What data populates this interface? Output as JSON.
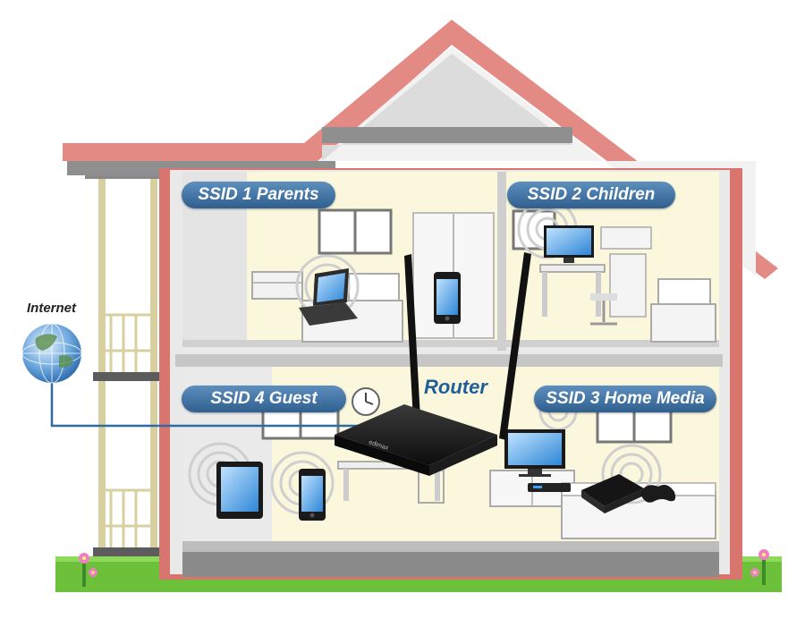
{
  "labels": {
    "internet": "Internet",
    "router": "Router"
  },
  "ssids": [
    {
      "label": "SSID 1 Parents"
    },
    {
      "label": "SSID 2 Children"
    },
    {
      "label": "SSID 4 Guest"
    },
    {
      "label": "SSID 3 Home Media"
    }
  ],
  "device_brand": "edimax",
  "colors": {
    "roof": "#e38a84",
    "walls": "#d9756f",
    "interior": "#faf7dc",
    "pill": "#3a6b9c",
    "cable": "#2e6da3",
    "grass": "#6cc03a",
    "router_label": "#1f5f99"
  },
  "icons": [
    "globe-icon",
    "router-icon",
    "laptop-icon",
    "smartphone-icon",
    "monitor-icon",
    "tablet-icon",
    "tv-icon",
    "game-console-icon",
    "gamepad-icon",
    "clock-icon",
    "flower-icon"
  ]
}
